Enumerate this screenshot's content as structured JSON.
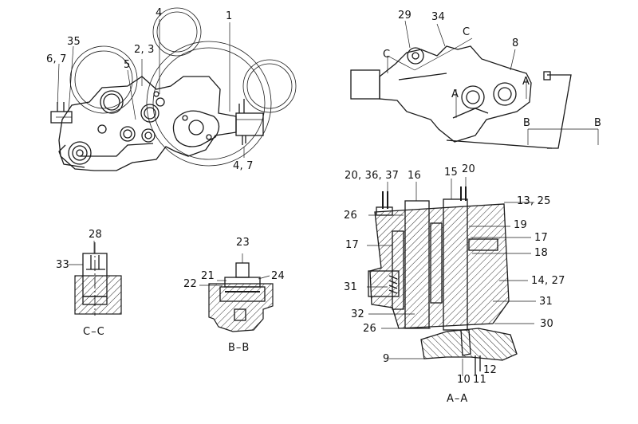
{
  "labels": {
    "l1": "1",
    "l4a": "4",
    "l23": "2, 3",
    "l35": "35",
    "l67": "6, 7",
    "l5": "5",
    "l47": "4, 7",
    "l29": "29",
    "l34": "34",
    "l8": "8",
    "cC1": "C",
    "cC2": "C",
    "cA1": "A",
    "cA2": "A",
    "cB1": "B",
    "cB2": "B",
    "l2036": "20, 36, 37",
    "l16": "16",
    "l15": "15",
    "l20": "20",
    "l1325": "13, 25",
    "l26a": "26",
    "l19": "19",
    "l17a": "17",
    "l17b": "17",
    "l18": "18",
    "l31a": "31",
    "l1427": "14, 27",
    "l31b": "31",
    "l32": "32",
    "l26b": "26",
    "l30": "30",
    "l9": "9",
    "l10": "10",
    "l11": "11",
    "l12": "12",
    "l28": "28",
    "l33": "33",
    "l23b": "23",
    "l21": "21",
    "l22": "22",
    "l24": "24"
  },
  "captions": {
    "cc": "C–C",
    "bb": "B–B",
    "aa": "A–A"
  }
}
